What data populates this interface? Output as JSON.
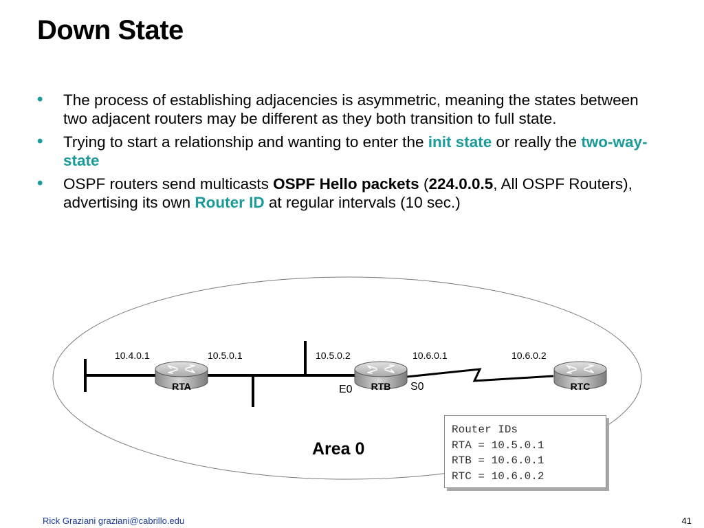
{
  "slide": {
    "title": "Down State",
    "bullets": [
      {
        "parts": [
          {
            "text": "The process of establishing adjacencies is asymmetric, meaning the states between two adjacent routers may be different as they both transition to full state."
          }
        ]
      },
      {
        "parts": [
          {
            "text": "Trying to start a relationship and wanting to enter the "
          },
          {
            "text": "init state",
            "style": "highlight"
          },
          {
            "text": " or really the "
          },
          {
            "text": "two-way-state",
            "style": "highlight"
          }
        ]
      },
      {
        "parts": [
          {
            "text": "OSPF routers send multicasts "
          },
          {
            "text": "OSPF Hello packets",
            "style": "bold"
          },
          {
            "text": " ("
          },
          {
            "text": "224.0.0.5",
            "style": "bold"
          },
          {
            "text": ", All OSPF Routers), advertising its own "
          },
          {
            "text": "Router ID",
            "style": "highlight"
          },
          {
            "text": " at regular intervals (10 sec.)"
          }
        ]
      }
    ],
    "bullet_symbol": "•",
    "highlight_color": "#1a9a99"
  },
  "diagram": {
    "area_label": "Area 0",
    "routers": [
      {
        "name": "RTA"
      },
      {
        "name": "RTB"
      },
      {
        "name": "RTC"
      }
    ],
    "address_labels": {
      "rta_left": "10.4.0.1",
      "rta_right": "10.5.0.1",
      "rtb_left": "10.5.0.2",
      "rtb_right": "10.6.0.1",
      "rtc_left": "10.6.0.2"
    },
    "interfaces": {
      "rtb_ethernet": "E0",
      "rtb_serial": "S0"
    },
    "router_ids": {
      "heading": "Router IDs",
      "lines": [
        "RTA = 10.5.0.1",
        "RTB = 10.6.0.1",
        "RTC = 10.6.0.2"
      ]
    }
  },
  "footer": {
    "author": "Rick Graziani  graziani@cabrillo.edu",
    "page": "41"
  }
}
